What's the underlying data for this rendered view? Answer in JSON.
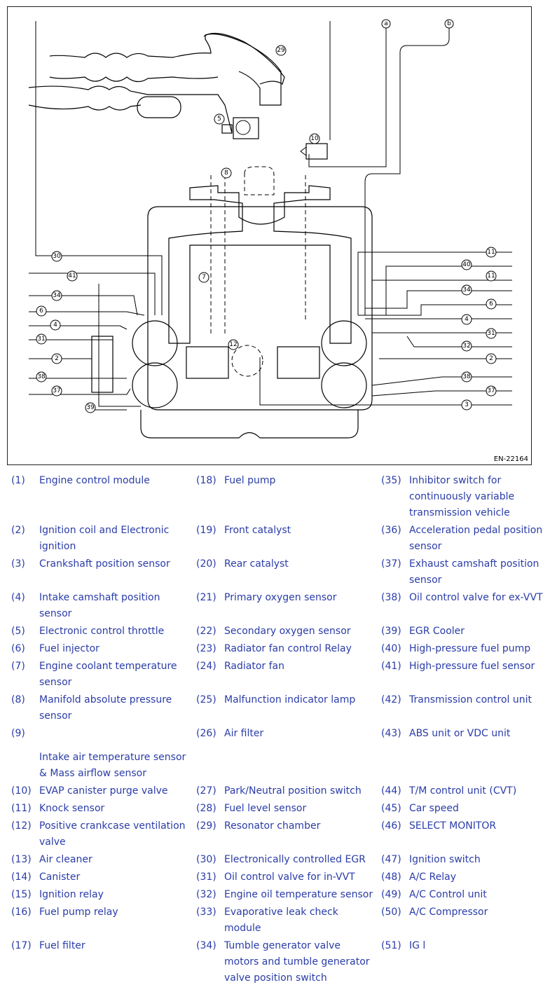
{
  "diagram": {
    "figure_id": "EN-22164",
    "port_labels": [
      "a",
      "b"
    ],
    "callouts": [
      "29",
      "5",
      "10",
      "8",
      "30",
      "41",
      "7",
      "34",
      "6",
      "4",
      "31",
      "2",
      "38",
      "37",
      "39",
      "11",
      "40",
      "11",
      "34",
      "6",
      "4",
      "31",
      "32",
      "2",
      "38",
      "37",
      "3",
      "12"
    ]
  },
  "legend": {
    "rows": [
      [
        {
          "num": "(1)",
          "text": "Engine control module"
        },
        {
          "num": "(18)",
          "text": "Fuel pump"
        },
        {
          "num": "(35)",
          "text": "Inhibitor switch for continuously variable transmission vehicle"
        }
      ],
      [
        {
          "num": "(2)",
          "text": "Ignition coil and Electronic ignition"
        },
        {
          "num": "(19)",
          "text": "Front catalyst"
        },
        {
          "num": "(36)",
          "text": "Acceleration pedal position sensor"
        }
      ],
      [
        {
          "num": "(3)",
          "text": "Crankshaft position sensor"
        },
        {
          "num": "(20)",
          "text": "Rear catalyst"
        },
        {
          "num": "(37)",
          "text": "Exhaust camshaft position sensor"
        }
      ],
      [
        {
          "num": "(4)",
          "text": "Intake camshaft position sensor"
        },
        {
          "num": "(21)",
          "text": "Primary oxygen sensor"
        },
        {
          "num": "(38)",
          "text": "Oil control valve for ex-VVT"
        }
      ],
      [
        {
          "num": "(5)",
          "text": "Electronic control throttle"
        },
        {
          "num": "(22)",
          "text": "Secondary oxygen sensor"
        },
        {
          "num": "(39)",
          "text": "EGR Cooler"
        }
      ],
      [
        {
          "num": "(6)",
          "text": "Fuel injector"
        },
        {
          "num": "(23)",
          "text": "Radiator fan control Relay"
        },
        {
          "num": "(40)",
          "text": "High-pressure fuel pump"
        }
      ],
      [
        {
          "num": "(7)",
          "text": "Engine coolant temperature sensor"
        },
        {
          "num": "(24)",
          "text": "Radiator fan"
        },
        {
          "num": "(41)",
          "text": "High-pressure fuel sensor"
        }
      ],
      [
        {
          "num": "(8)",
          "text": "Manifold absolute pressure sensor"
        },
        {
          "num": "(25)",
          "text": "Malfunction indicator lamp"
        },
        {
          "num": "(42)",
          "text": "Transmission control unit"
        }
      ],
      [
        {
          "num": "(9)",
          "text": ""
        },
        {
          "num": "(26)",
          "text": "Air filter"
        },
        {
          "num": "(43)",
          "text": "ABS unit or VDC unit"
        }
      ],
      [
        {
          "num": "",
          "text": "Intake air temperature sensor & Mass airflow sensor"
        },
        {
          "num": "",
          "text": ""
        },
        {
          "num": "",
          "text": ""
        }
      ],
      [
        {
          "num": "(10)",
          "text": "EVAP canister purge valve"
        },
        {
          "num": "(27)",
          "text": "Park/Neutral position switch"
        },
        {
          "num": "(44)",
          "text": "T/M control unit (CVT)"
        }
      ],
      [
        {
          "num": "(11)",
          "text": "Knock sensor"
        },
        {
          "num": "(28)",
          "text": "Fuel level sensor"
        },
        {
          "num": "(45)",
          "text": "Car speed"
        }
      ],
      [
        {
          "num": "(12)",
          "text": "Positive crankcase ventilation valve"
        },
        {
          "num": "(29)",
          "text": "Resonator chamber"
        },
        {
          "num": "(46)",
          "text": "SELECT MONITOR"
        }
      ],
      [
        {
          "num": "(13)",
          "text": "Air cleaner"
        },
        {
          "num": "(30)",
          "text": "Electronically controlled EGR"
        },
        {
          "num": "(47)",
          "text": "Ignition switch"
        }
      ],
      [
        {
          "num": "(14)",
          "text": "Canister"
        },
        {
          "num": "(31)",
          "text": "Oil control valve for in-VVT"
        },
        {
          "num": "(48)",
          "text": "A/C Relay"
        }
      ],
      [
        {
          "num": "(15)",
          "text": "Ignition relay"
        },
        {
          "num": "(32)",
          "text": "Engine oil temperature sensor"
        },
        {
          "num": "(49)",
          "text": "A/C Control unit"
        }
      ],
      [
        {
          "num": "(16)",
          "text": "Fuel pump relay"
        },
        {
          "num": "(33)",
          "text": "Evaporative leak check module"
        },
        {
          "num": "(50)",
          "text": "A/C Compressor"
        }
      ],
      [
        {
          "num": "(17)",
          "text": "Fuel filter"
        },
        {
          "num": "(34)",
          "text": "Tumble generator valve motors and tumble generator valve position switch"
        },
        {
          "num": "(51)",
          "text": "IG l"
        }
      ]
    ]
  }
}
